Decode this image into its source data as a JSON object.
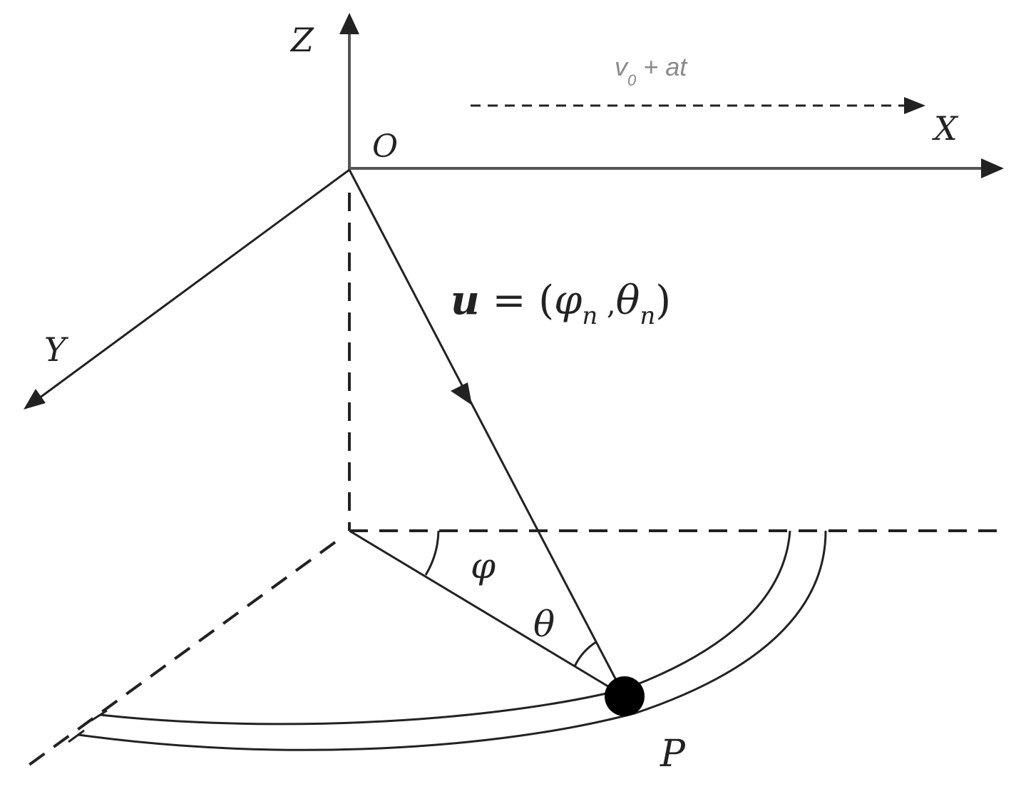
{
  "labels": {
    "z_axis": "Z",
    "x_axis": "X",
    "y_axis": "Y",
    "origin": "O",
    "velocity_base": "v",
    "velocity_sub": "0",
    "velocity_rest": " + at",
    "vector_name": "u",
    "vector_eq": " = (",
    "phi_n_base": "φ",
    "phi_n_sub": "n",
    "comma": " ,",
    "theta_n_base": "θ",
    "theta_n_sub": "n",
    "close_paren": ")",
    "angle_phi": "φ",
    "angle_theta": "θ",
    "point": "P"
  }
}
